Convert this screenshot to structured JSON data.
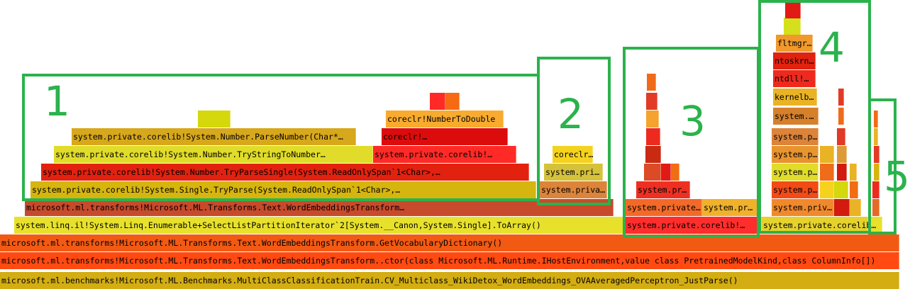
{
  "colors": {
    "highlight_border": "#2bb24c",
    "highlight_number": "#2bb24c"
  },
  "frames": {
    "root": "microsoft.ml.benchmarks!Microsoft.ML.Benchmarks.MultiClassClassificationTrain.CV_Multiclass_WikiDetox_WordEmbeddings_OVAAveragedPerceptron_JustParse()",
    "ctor": "microsoft.ml.transforms!Microsoft.ML.Transforms.Text.WordEmbeddingsTransform..ctor(class Microsoft.ML.Runtime.IHostEnvironment,value class PretrainedModelKind,class ColumnInfo[])",
    "get_vocab": "microsoft.ml.transforms!Microsoft.ML.Transforms.Text.WordEmbeddingsTransform.GetVocabularyDictionary()",
    "to_array": "system.linq.il!System.Linq.Enumerable+SelectListPartitionIterator`2[System.__Canon,System.Single].ToArray()",
    "wet_lambda": "microsoft.ml.transforms!Microsoft.ML.Transforms.Text.WordEmbeddingsTransform…",
    "single_tryparse": "system.private.corelib!System.Single.TryParse(System.ReadOnlySpan`1<Char>,…",
    "number_tryparsesingle": "system.private.corelib!System.Number.TryParseSingle(System.ReadOnlySpan`1<Char>,…",
    "number_trystringtonumber": "system.private.corelib!System.Number.TryStringToNumber…",
    "corelib_right": "system.private.corelib!…",
    "number_parsenumber": "system.private.corelib!System.Number.ParseNumber(Char*…",
    "coreclr_short": "coreclr!…",
    "coreclr_numbertodouble": "coreclr!NumberToDouble",
    "g2_priva": "system.priva…",
    "g2_pri": "system.pri…",
    "g2_coreclr": "coreclr…",
    "g3_corelib": "system.private.corelib!…",
    "g3_private": "system.private…",
    "g3_pr_right": "system.pr…",
    "g3_pr": "system.pr…",
    "g4_corelib": "system.private.corelib…",
    "g4_priv": "system.priv…",
    "g4_p1": "system.p…",
    "g4_p2": "system.p…",
    "g4_p3": "system.p…",
    "g4_p4": "system.p…",
    "g4_sys": "system.…",
    "g4_kernelb": "kernelb…",
    "g4_ntdll": "ntdll!…",
    "g4_ntoskrn": "ntoskrn…",
    "g4_fltmgr": "fltmgr…"
  },
  "callouts": [
    "1",
    "2",
    "3",
    "4",
    "5"
  ]
}
